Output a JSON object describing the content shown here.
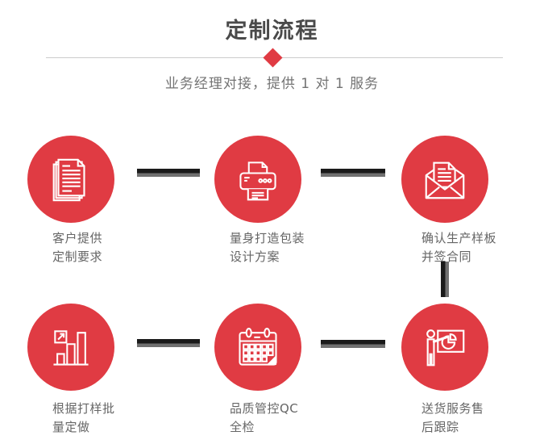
{
  "header": {
    "title": "定制流程",
    "subtitle": "业务经理对接，提供 1 对 1 服务"
  },
  "steps": [
    {
      "icon": "documents-icon",
      "label_line1": "客户提供",
      "label_line2": "定制要求"
    },
    {
      "icon": "printer-icon",
      "label_line1": "量身打造包装",
      "label_line2": "设计方案"
    },
    {
      "icon": "envelope-icon",
      "label_line1": "确认生产样板",
      "label_line2": "并签合同"
    },
    {
      "icon": "bar-chart-icon",
      "label_line1": "根据打样批",
      "label_line2": "量定做"
    },
    {
      "icon": "calendar-icon",
      "label_line1": "品质管控QC",
      "label_line2": "全检"
    },
    {
      "icon": "presentation-icon",
      "label_line1": "送货服务售",
      "label_line2": "后跟踪"
    }
  ],
  "colors": {
    "accent_red": "#e03b43",
    "title_gray": "#4a4a4a",
    "subtitle_gray": "#737373",
    "label_gray": "#666666",
    "connector_black": "#1a1a1a",
    "connector_gray": "#707070",
    "divider_gray": "#cccccc",
    "icon_stroke": "#ffffff"
  }
}
